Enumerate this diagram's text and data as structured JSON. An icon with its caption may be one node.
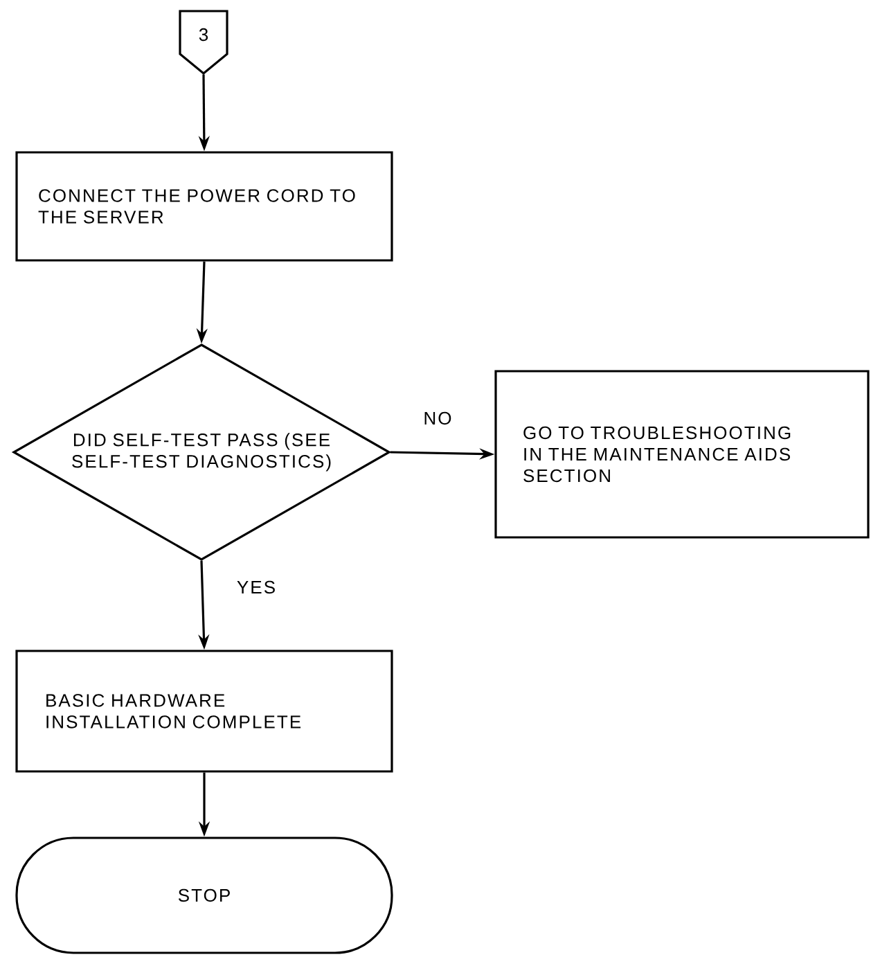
{
  "diagram": {
    "nodes": [
      {
        "text": [
          "3"
        ]
      },
      {
        "text": [
          "CONNECT THE POWER CORD TO THE SERVER"
        ]
      },
      {
        "text": [
          "DID SELF-TEST PASS (SEE SELF-TEST DIAGNOSTICS)"
        ]
      },
      {
        "text": [
          "GO TO TROUBLESHOOTING IN THE MAINTENANCE AIDS SECTION"
        ]
      },
      {
        "text": [
          "BASIC HARDWARE INSTALLATION COMPLETE"
        ]
      },
      {
        "text": [
          "STOP"
        ]
      }
    ],
    "edges": [
      {
        "from": 0,
        "to": 1,
        "arrow": "to"
      },
      {
        "from": 1,
        "to": 2,
        "arrow": "to"
      },
      {
        "from": 2,
        "to": 3,
        "arrow": "to",
        "label": "NO"
      },
      {
        "from": 2,
        "to": 4,
        "arrow": "to",
        "label": "YES"
      },
      {
        "from": 4,
        "to": 5,
        "arrow": "to"
      }
    ]
  }
}
